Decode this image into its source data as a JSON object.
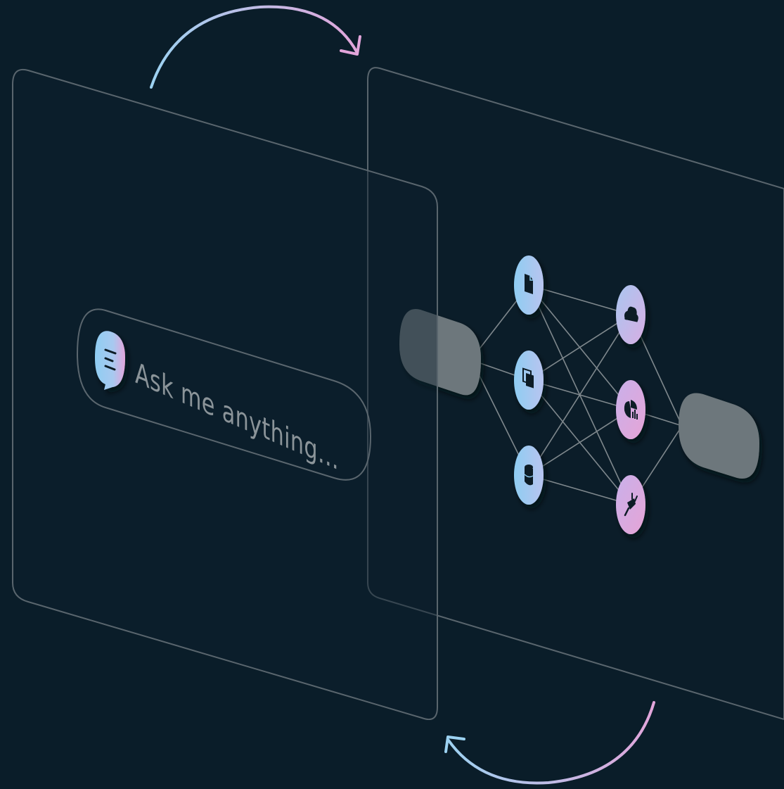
{
  "prompt": {
    "placeholder": "Ask me anything...",
    "icon": "chat-bubble-icon"
  },
  "network": {
    "input_layer": [
      "document-icon",
      "copy-icon",
      "database-icon"
    ],
    "hidden_layer": [
      "cloud-icon",
      "chart-icon",
      "plug-icon"
    ],
    "connection": "fully-connected"
  },
  "flow": {
    "top_arrow": "prompt-panel-to-network-panel",
    "bottom_arrow": "network-panel-to-prompt-panel"
  },
  "colors": {
    "background": "#0a1d29",
    "panel_stroke": "#59656d",
    "node_blue": "#8fcdf2",
    "node_pink": "#e3a5d8",
    "pill_gray": "#6d777b",
    "text_gray": "#8b9499"
  }
}
